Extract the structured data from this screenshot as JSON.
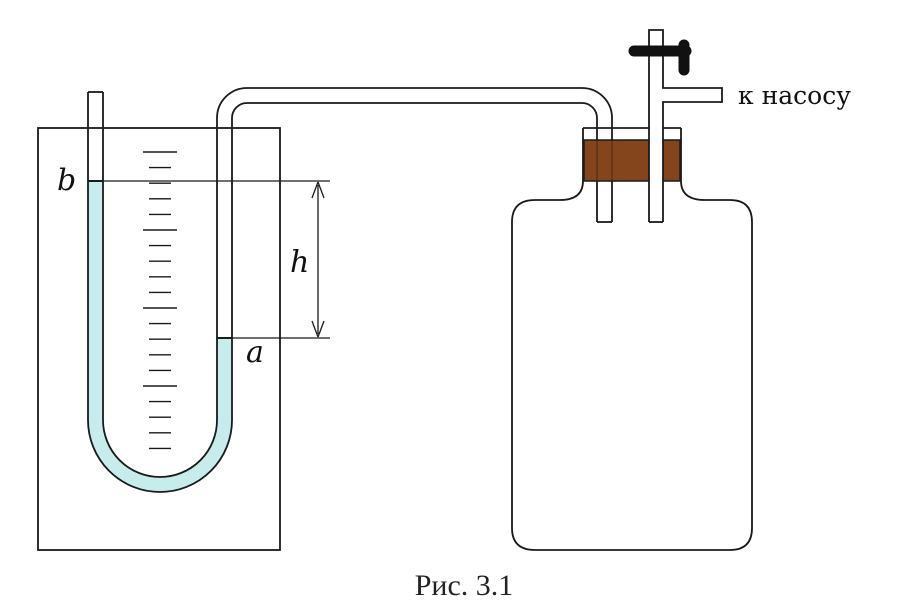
{
  "labels": {
    "point_b": "b",
    "point_a": "a",
    "height": "h",
    "to_pump": "к насосу"
  },
  "caption": "Рис. 3.1",
  "colors": {
    "liquid": "#c6ecec",
    "stopper": "#84441c",
    "valve_handle": "#111111",
    "outline": "#1a1a1a"
  }
}
